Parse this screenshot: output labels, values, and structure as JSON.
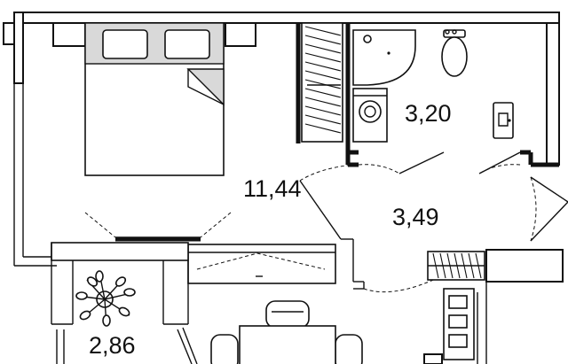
{
  "rooms": {
    "bedroom": {
      "area": "11,44"
    },
    "bathroom": {
      "area": "3,20"
    },
    "hallway": {
      "area": "3,49"
    },
    "balcony": {
      "area": "2,86"
    }
  },
  "icons": {
    "bed": "bed-icon",
    "shower": "shower-icon",
    "toilet": "toilet-icon",
    "washing_machine": "washing-machine-icon",
    "sink": "sink-icon",
    "plant": "plant-icon",
    "wardrobe": "wardrobe-icon",
    "dining_chair": "chair-icon"
  },
  "colors": {
    "wall": "#111111",
    "fill": "#d9d9d9",
    "background": "#ffffff"
  }
}
